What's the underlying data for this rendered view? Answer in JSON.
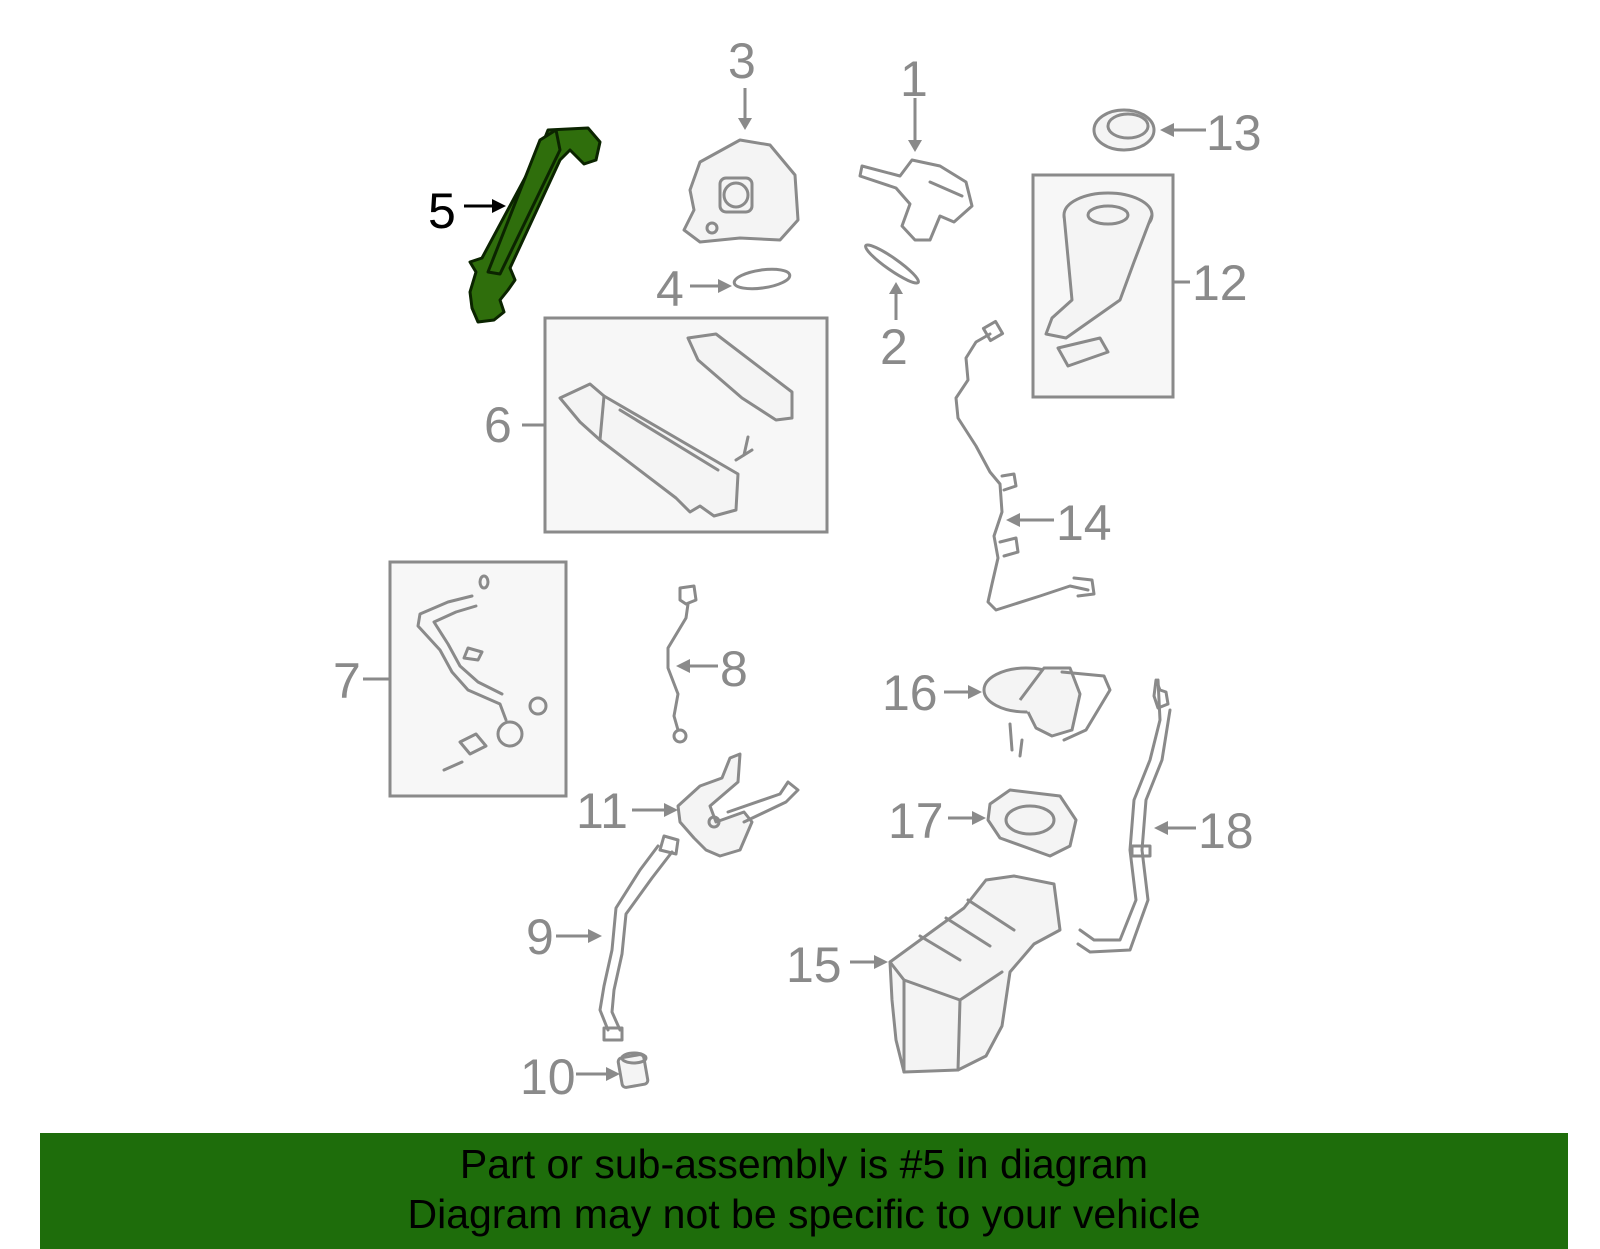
{
  "highlight_color": "#1e6d0b",
  "callouts": {
    "c1": "1",
    "c2": "2",
    "c3": "3",
    "c4": "4",
    "c5": "5",
    "c6": "6",
    "c7": "7",
    "c8": "8",
    "c9": "9",
    "c10": "10",
    "c11": "11",
    "c12": "12",
    "c13": "13",
    "c14": "14",
    "c15": "15",
    "c16": "16",
    "c17": "17",
    "c18": "18"
  },
  "banner": {
    "line1": "Part or sub-assembly is #5 in diagram",
    "line2": "Diagram may not be specific to your vehicle"
  }
}
